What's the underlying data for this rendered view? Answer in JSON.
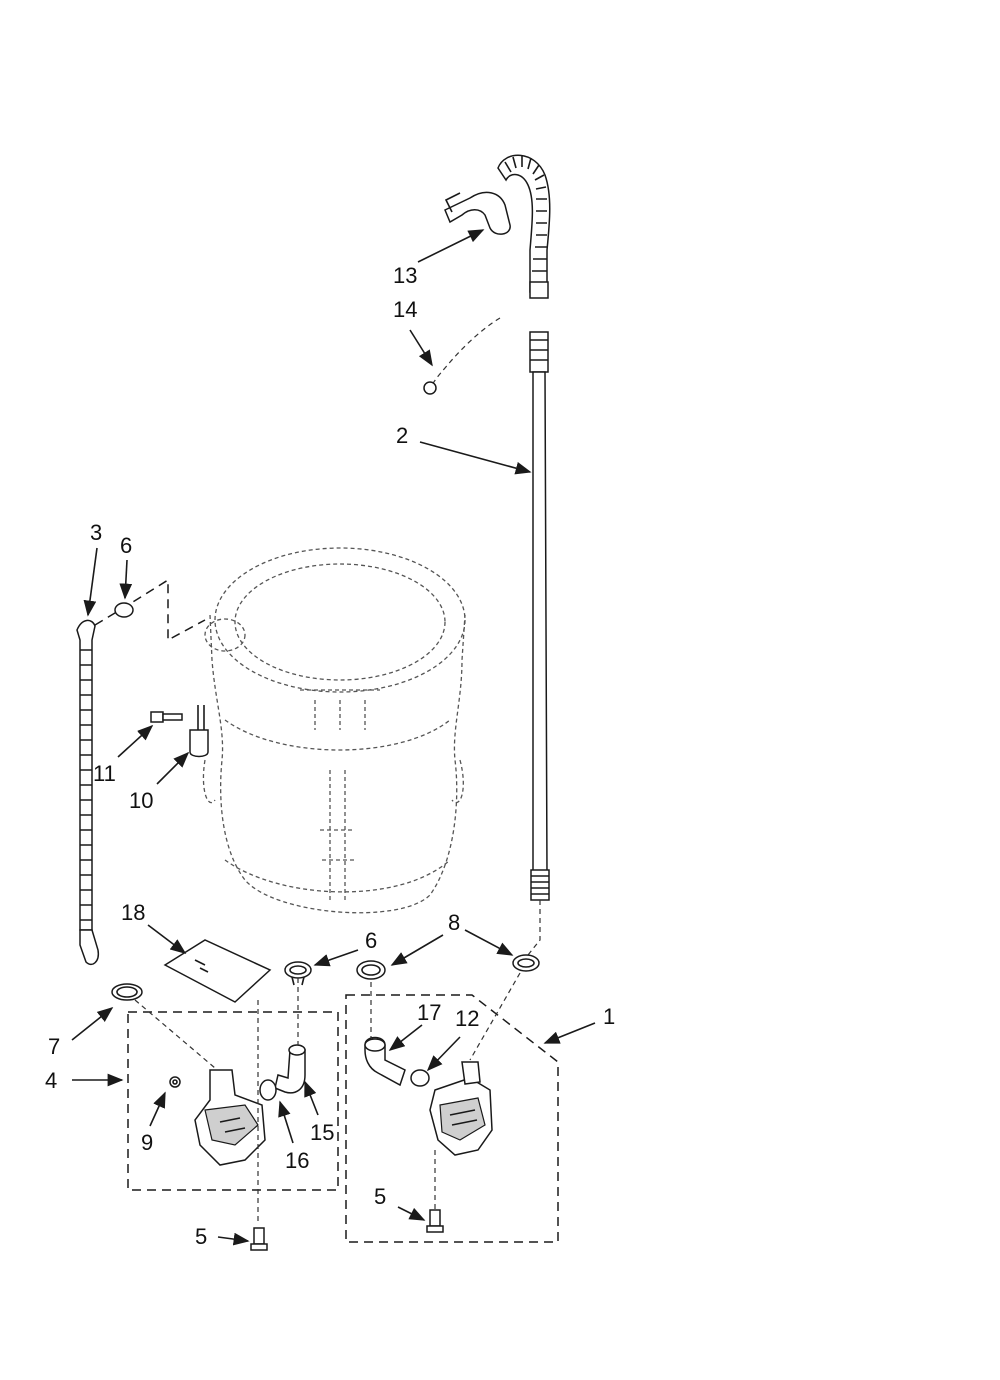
{
  "diagram": {
    "callouts": [
      "1",
      "2",
      "3",
      "4",
      "5",
      "5",
      "6",
      "6",
      "7",
      "8",
      "9",
      "10",
      "11",
      "12",
      "13",
      "14",
      "15",
      "16",
      "17",
      "18"
    ]
  },
  "colors": {
    "ink": "#1a1a1a",
    "background": "#ffffff"
  },
  "parts": [
    "drain-hose-2",
    "hose-clamp-13",
    "strap-14",
    "water-inlet-hose-3",
    "tub-outline",
    "pump-assembly-1",
    "drain-pump-4",
    "screw-5",
    "clamp-6",
    "clamp-7",
    "clamp-8",
    "nut-9",
    "bracket-10",
    "screw-11",
    "clamp-12",
    "hose-15",
    "ring-16",
    "elbow-17",
    "shield-18"
  ]
}
